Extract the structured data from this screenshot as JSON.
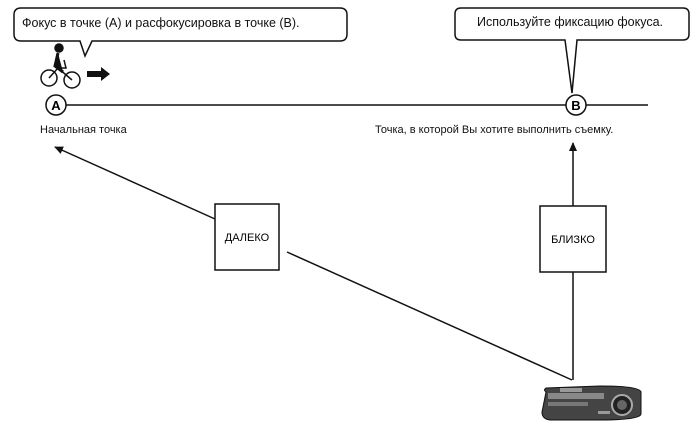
{
  "callouts": {
    "a_text": "Фокус в точке (A) и расфокусировка в точке (B).",
    "b_text": "Используйте фиксацию фокуса."
  },
  "points": {
    "a_marker": "A",
    "b_marker": "B",
    "a_label": "Начальная точка",
    "b_label": "Точка, в которой Вы хотите выполнить съемку."
  },
  "boxes": {
    "far": "ДАЛЕКО",
    "near": "БЛИЗКО"
  },
  "icons": {
    "cyclist": "cyclist-icon",
    "direction_arrow": "right-arrow-icon",
    "camera": "camera-icon"
  }
}
